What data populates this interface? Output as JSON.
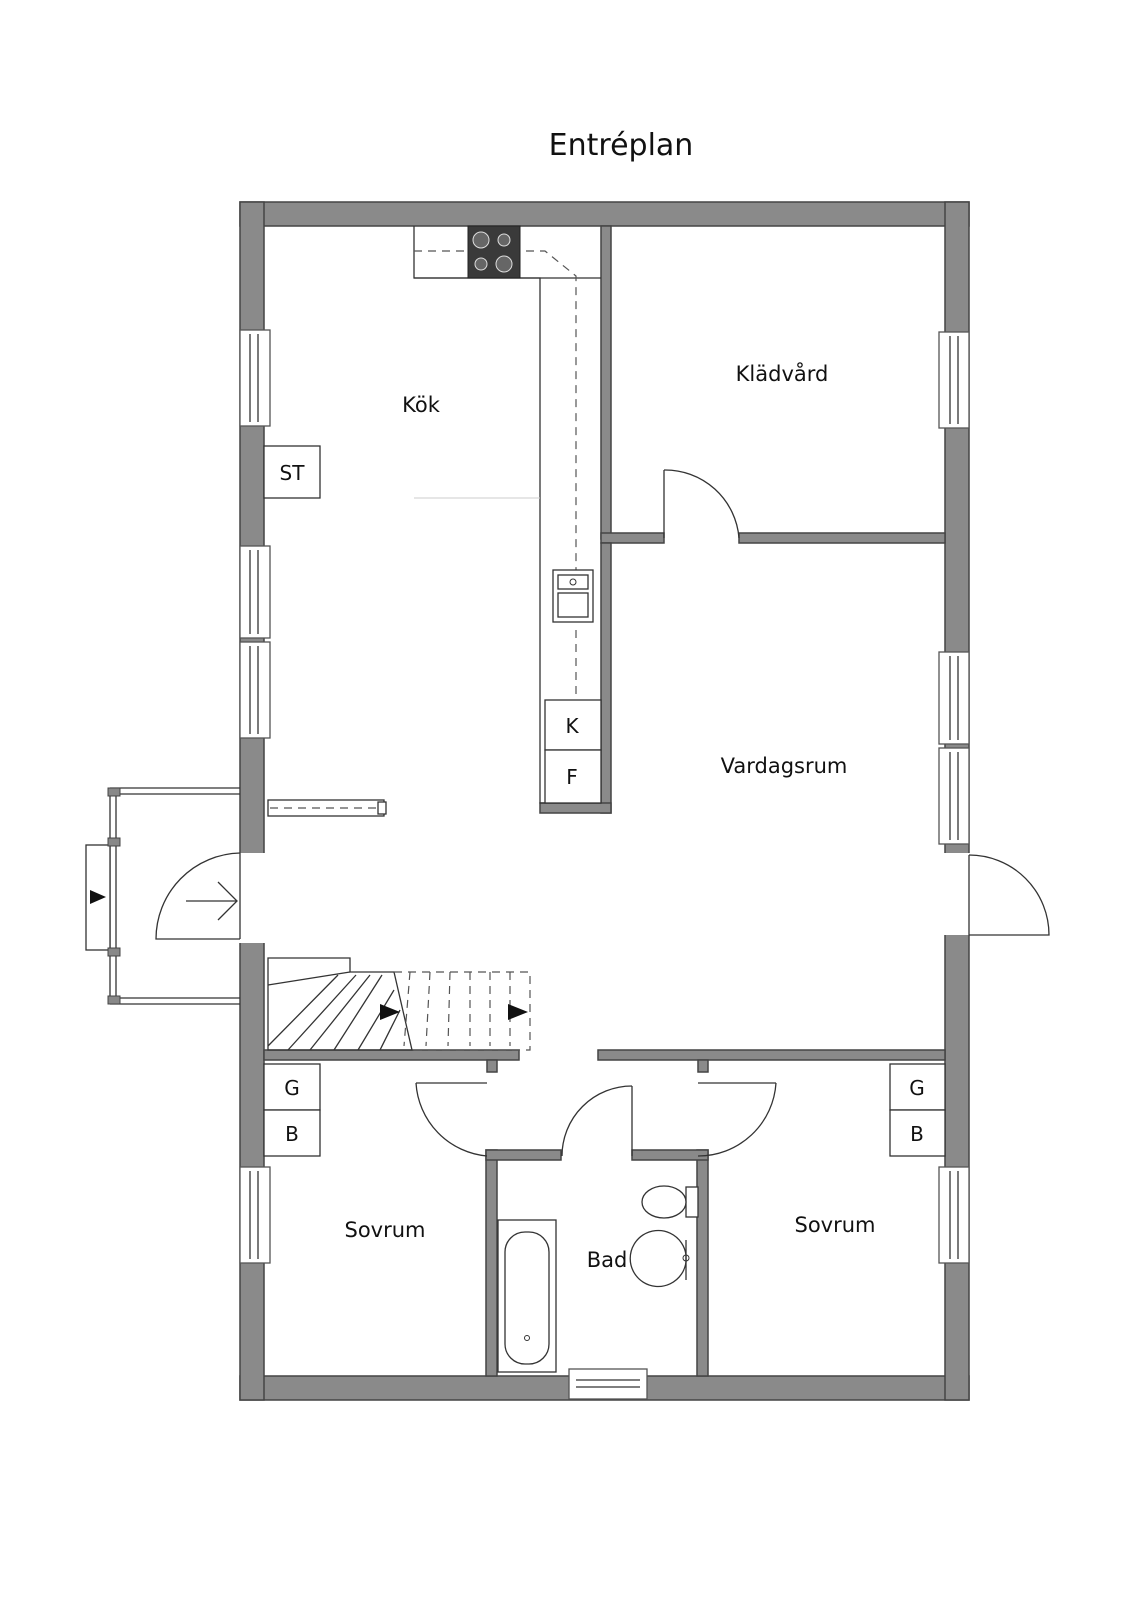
{
  "plan": {
    "title": "Entréplan",
    "rooms": {
      "kok": "Kök",
      "kladvard": "Klädvård",
      "vardagsrum": "Vardagsrum",
      "sovrum_left": "Sovrum",
      "bad": "Bad",
      "sovrum_right": "Sovrum"
    },
    "fixtures": {
      "st": "ST",
      "k": "K",
      "f": "F",
      "g_left": "G",
      "b_left": "B",
      "g_right": "G",
      "b_right": "B"
    }
  },
  "colors": {
    "wall": "#8a8a8a",
    "background": "#ffffff"
  }
}
